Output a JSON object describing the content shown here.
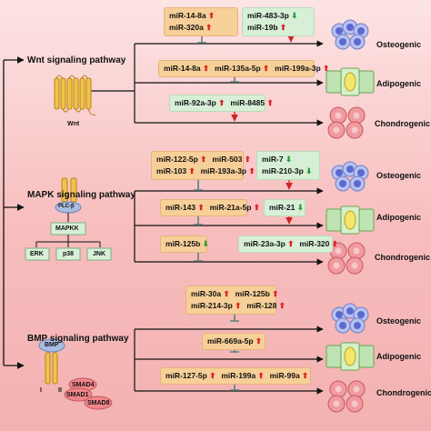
{
  "pathways": {
    "wnt": {
      "label": "Wnt signaling pathway",
      "ligand": "Wnt"
    },
    "mapk": {
      "label": "MAPK signaling pathway",
      "plc": "PLC-β",
      "mapkk": "MAPKK",
      "erk": "ERK",
      "p38": "p38",
      "jnk": "JNK"
    },
    "bmp": {
      "label": "BMP signaling pathway",
      "ligand": "BMP",
      "receptor1": "I",
      "receptor2": "II",
      "smad4": "SMAD4",
      "smad1": "SMAD1",
      "smad8": "SMAD8"
    }
  },
  "fates": {
    "osteo": "Osteogenic",
    "adipo": "Adipogenic",
    "chondro": "Chondrogenic"
  },
  "arrow_symbols": {
    "up": "⬆",
    "down": "⬇"
  },
  "mirna_groups": {
    "wnt_osteo_promote": [
      [
        "miR-14-8a"
      ],
      [
        "miR-320a"
      ]
    ],
    "wnt_osteo_inhibit": [
      [
        "miR-483-3p"
      ],
      [
        "miR-19b"
      ]
    ],
    "wnt_adipo": [
      [
        "miR-14-8a",
        "miR-135a-5p",
        "miR-199a-3p"
      ]
    ],
    "wnt_chondro": [
      [
        "miR-92a-3p",
        "miR-8485"
      ]
    ],
    "mapk_osteo_promote": [
      [
        "miR-122-5p",
        "miR-503"
      ],
      [
        "miR-103",
        "miR-193a-3p"
      ]
    ],
    "mapk_osteo_inhibit": [
      [
        "miR-7"
      ],
      [
        "miR-210-3p"
      ]
    ],
    "mapk_adipo_a": [
      [
        "miR-143",
        "miR-21a-5p"
      ]
    ],
    "mapk_adipo_b": [
      [
        "miR-21"
      ]
    ],
    "mapk_chondro_a": [
      [
        "miR-125b"
      ]
    ],
    "mapk_chondro_b": [
      [
        "miR-23a-3p",
        "miR-320"
      ]
    ],
    "bmp_osteo": [
      [
        "miR-30a",
        "miR-125b"
      ],
      [
        "miR-214-3p",
        "miR-128"
      ]
    ],
    "bmp_adipo": [
      [
        "miR-669a-5p"
      ]
    ],
    "bmp_chondro": [
      [
        "miR-127-5p",
        "miR-199a",
        "miR-99a"
      ]
    ]
  },
  "colors": {
    "orange_box": "#f7cf98",
    "green_box": "#d7efd7",
    "up_arrow": "#d22222",
    "down_arrow": "#2a9d3a",
    "inhibit": "#5f7f7f",
    "line": "#111111"
  }
}
